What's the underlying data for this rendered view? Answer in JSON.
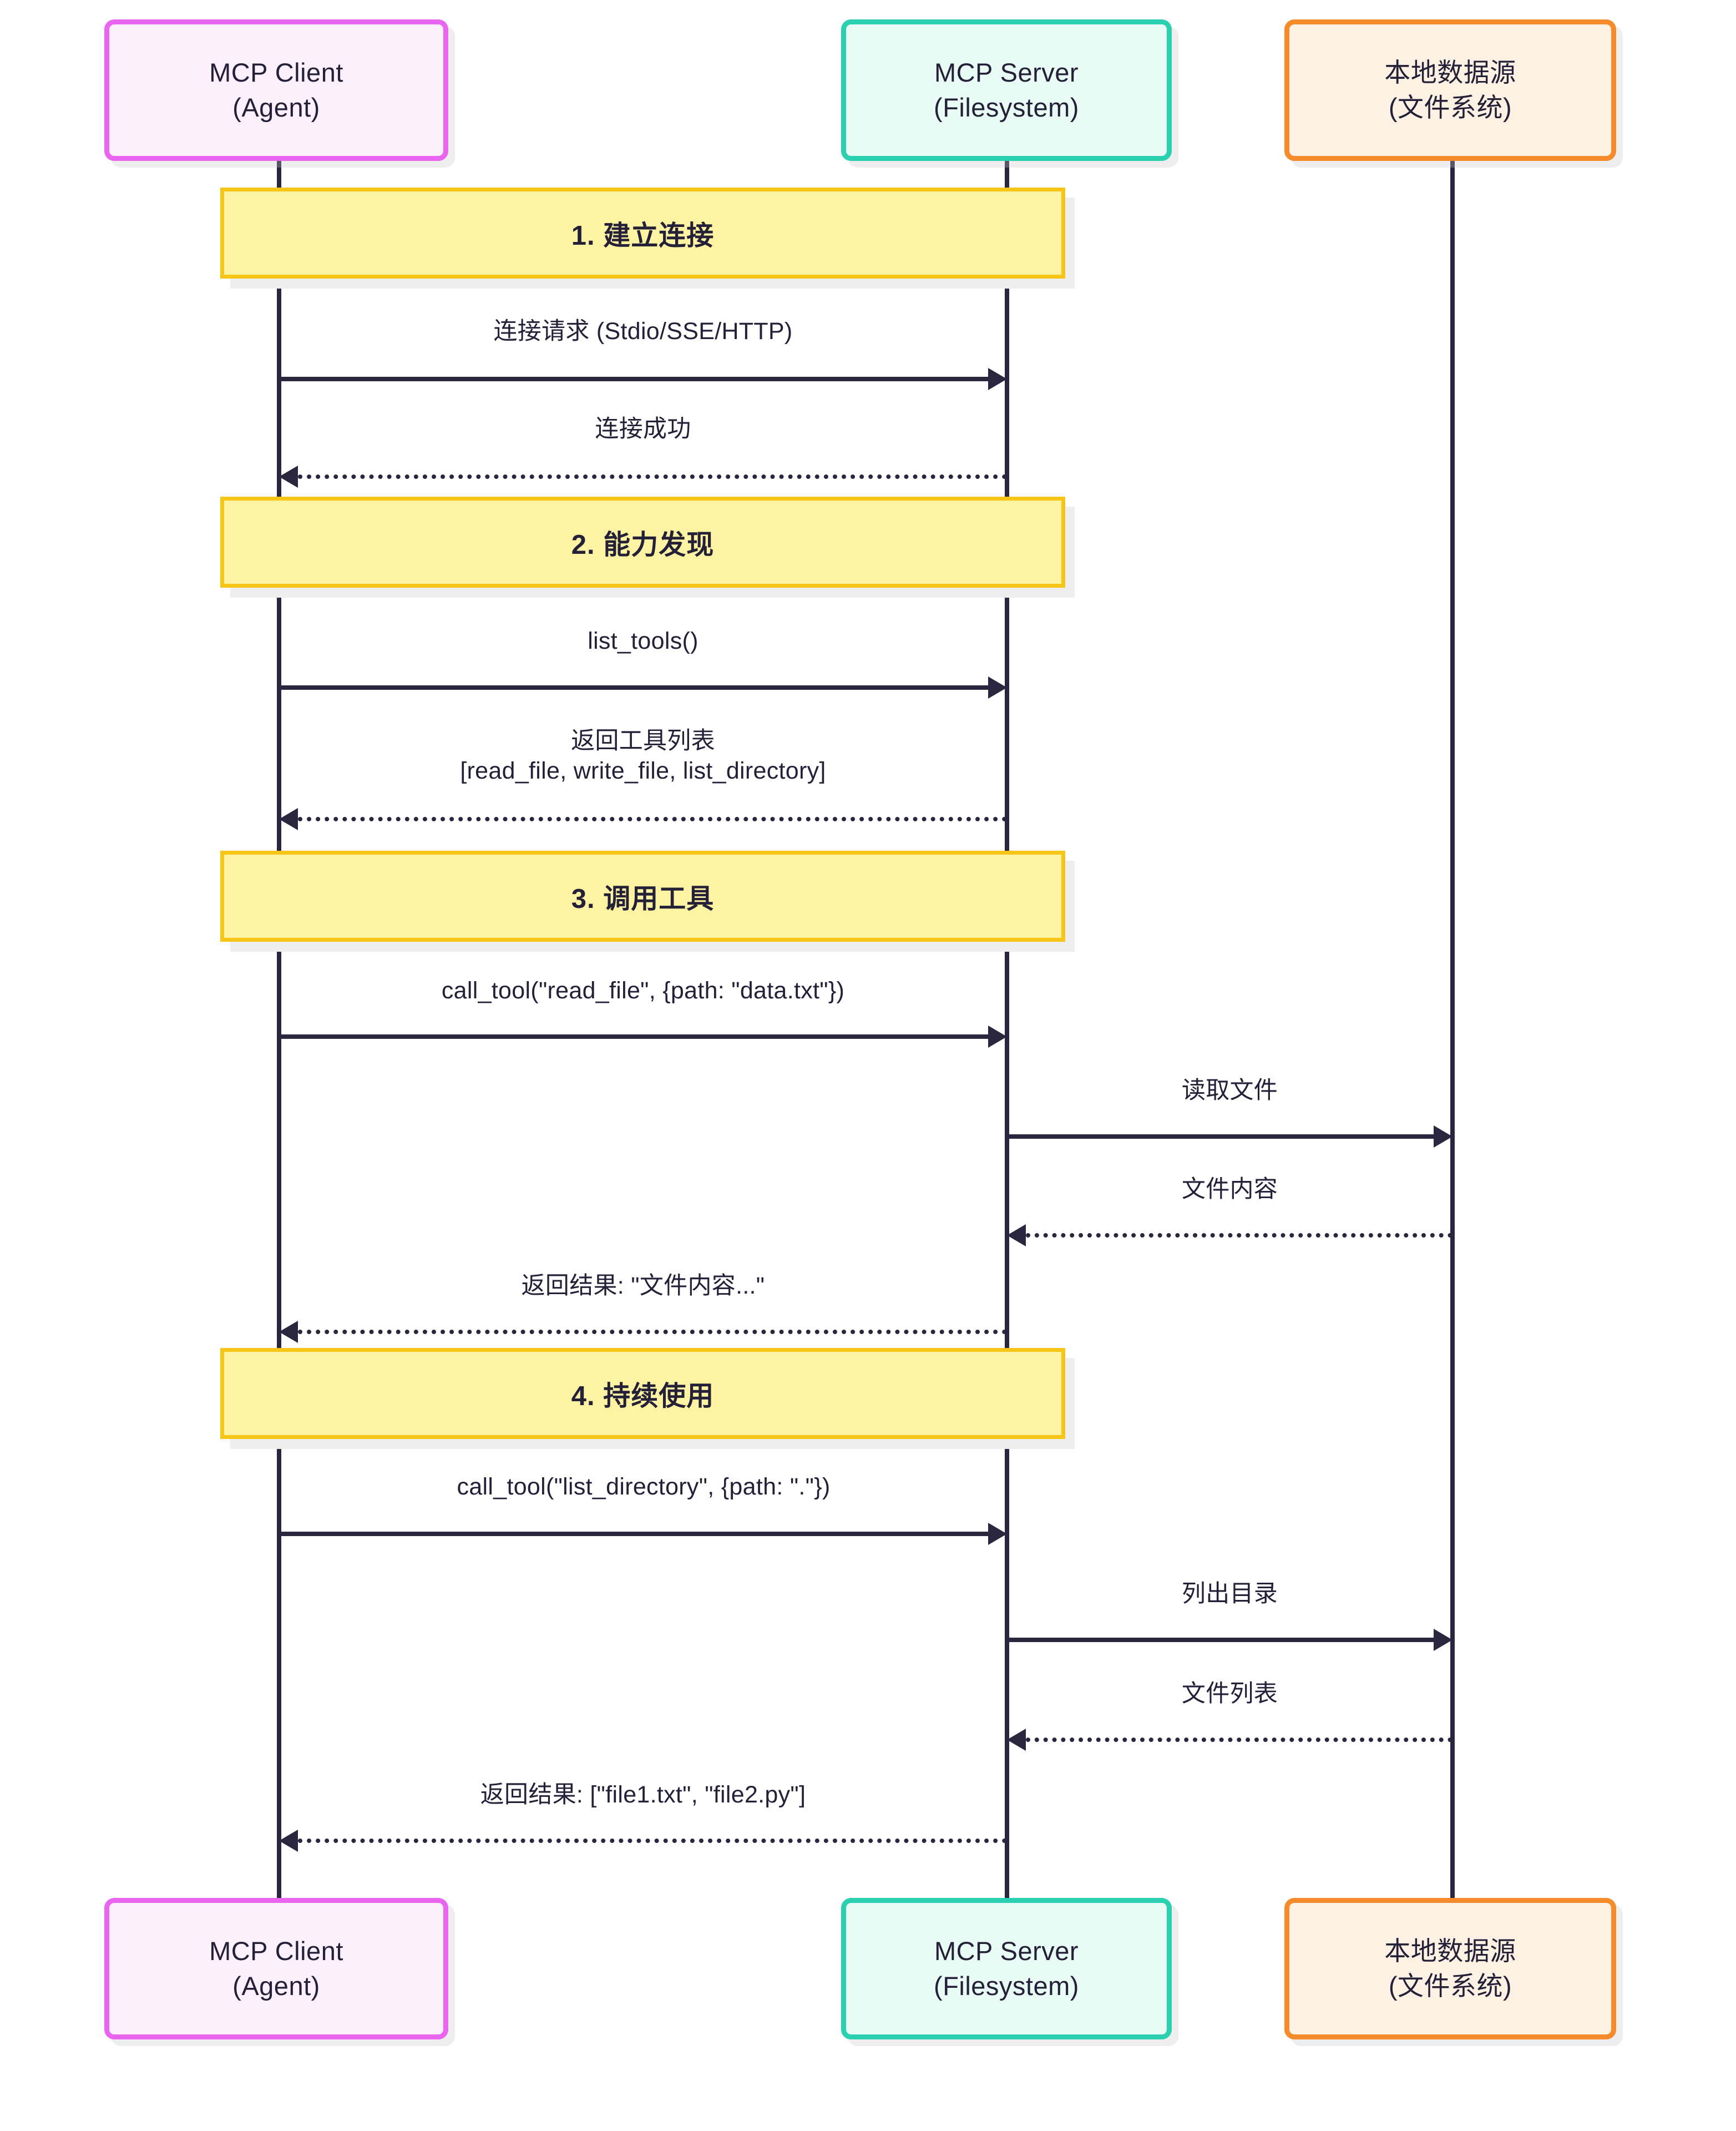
{
  "diagram": {
    "type": "sequence-diagram",
    "title": "MCP Filesystem Sequence",
    "colors": {
      "client_border": "#e964ef",
      "client_fill": "#fdf0fd",
      "server_border": "#2ad0b0",
      "server_fill": "#e9fbf5",
      "source_border": "#f58b2b",
      "source_fill": "#fdf1e3",
      "section_fill": "#fdf3a3",
      "section_border": "#f6c516",
      "line": "#2b2640",
      "text": "#232038"
    }
  },
  "actors": [
    {
      "id": "client",
      "line1": "MCP Client",
      "line2": "(Agent)"
    },
    {
      "id": "server",
      "line1": "MCP Server",
      "line2": "(Filesystem)"
    },
    {
      "id": "source",
      "line1": "本地数据源",
      "line2": "(文件系统)"
    }
  ],
  "sections": [
    {
      "index": 1,
      "label": "1. 建立连接"
    },
    {
      "index": 2,
      "label": "2. 能力发现"
    },
    {
      "index": 3,
      "label": "3. 调用工具"
    },
    {
      "index": 4,
      "label": "4. 持续使用"
    }
  ],
  "messages": [
    {
      "id": "m1",
      "from": "client",
      "to": "server",
      "style": "solid",
      "label": "连接请求 (Stdio/SSE/HTTP)"
    },
    {
      "id": "m2",
      "from": "server",
      "to": "client",
      "style": "dashed",
      "label": "连接成功"
    },
    {
      "id": "m3",
      "from": "client",
      "to": "server",
      "style": "solid",
      "label": "list_tools()"
    },
    {
      "id": "m4",
      "from": "server",
      "to": "client",
      "style": "dashed",
      "label_line1": "返回工具列表",
      "label_line2": "[read_file, write_file, list_directory]"
    },
    {
      "id": "m5",
      "from": "client",
      "to": "server",
      "style": "solid",
      "label": "call_tool(\"read_file\", {path: \"data.txt\"})"
    },
    {
      "id": "m6",
      "from": "server",
      "to": "source",
      "style": "solid",
      "label": "读取文件"
    },
    {
      "id": "m7",
      "from": "source",
      "to": "server",
      "style": "dashed",
      "label": "文件内容"
    },
    {
      "id": "m8",
      "from": "server",
      "to": "client",
      "style": "dashed",
      "label": "返回结果: \"文件内容...\""
    },
    {
      "id": "m9",
      "from": "client",
      "to": "server",
      "style": "solid",
      "label": "call_tool(\"list_directory\", {path: \".\"})"
    },
    {
      "id": "m10",
      "from": "server",
      "to": "source",
      "style": "solid",
      "label": "列出目录"
    },
    {
      "id": "m11",
      "from": "source",
      "to": "server",
      "style": "dashed",
      "label": "文件列表"
    },
    {
      "id": "m12",
      "from": "server",
      "to": "client",
      "style": "dashed",
      "label": "返回结果: [\"file1.txt\", \"file2.py\"]"
    }
  ]
}
